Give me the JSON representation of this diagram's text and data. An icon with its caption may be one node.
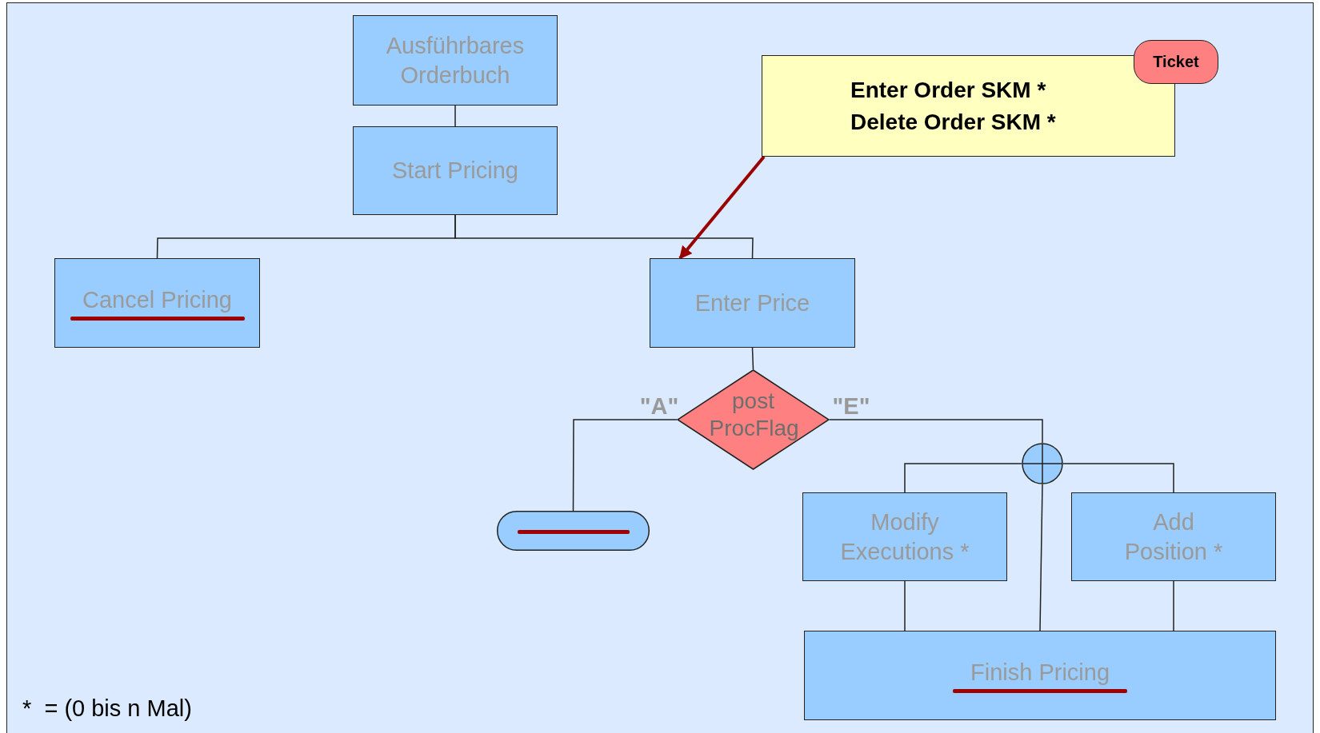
{
  "diagram": {
    "nodes": [
      {
        "text": [
          "Ausführbares Orderbuch"
        ]
      },
      {
        "text": [
          "Start Pricing"
        ]
      },
      {
        "text": [
          "Cancel Pricing"
        ]
      },
      {
        "text": [
          "Enter Price"
        ]
      },
      {
        "text": [
          "Enter Order SKM *",
          "Delete Order SKM *"
        ]
      },
      {
        "text": [
          "Ticket"
        ]
      },
      {
        "text": [
          "post ProcFlag"
        ]
      },
      {
        "text": [],
        "shape": "capsule"
      },
      {
        "text": [],
        "shape": "circle"
      },
      {
        "text": [
          "Modify Executions *"
        ]
      },
      {
        "text": [
          "Add Position *"
        ]
      },
      {
        "text": [
          "Finish Pricing"
        ]
      }
    ],
    "edges": [
      {
        "from": 0,
        "to": 1,
        "arrow": "none"
      },
      {
        "from": 1,
        "to": 2,
        "arrow": "none"
      },
      {
        "from": 1,
        "to": 3,
        "arrow": "none"
      },
      {
        "from": 4,
        "to": 3,
        "arrow": "to",
        "style": "thick",
        "color": "#990000"
      },
      {
        "from": 3,
        "to": 6,
        "arrow": "none"
      },
      {
        "from": 6,
        "to": 7,
        "arrow": "none",
        "label": "\"A\""
      },
      {
        "from": 6,
        "to": 8,
        "arrow": "none",
        "label": "\"E\""
      },
      {
        "from": 8,
        "to": 9,
        "arrow": "none"
      },
      {
        "from": 8,
        "to": 10,
        "arrow": "none"
      },
      {
        "from": 8,
        "to": 11,
        "arrow": "none"
      },
      {
        "from": 9,
        "to": 11,
        "arrow": "none"
      },
      {
        "from": 10,
        "to": 11,
        "arrow": "none"
      }
    ],
    "labels": [
      "*  = (0 bis n Mal)"
    ]
  }
}
